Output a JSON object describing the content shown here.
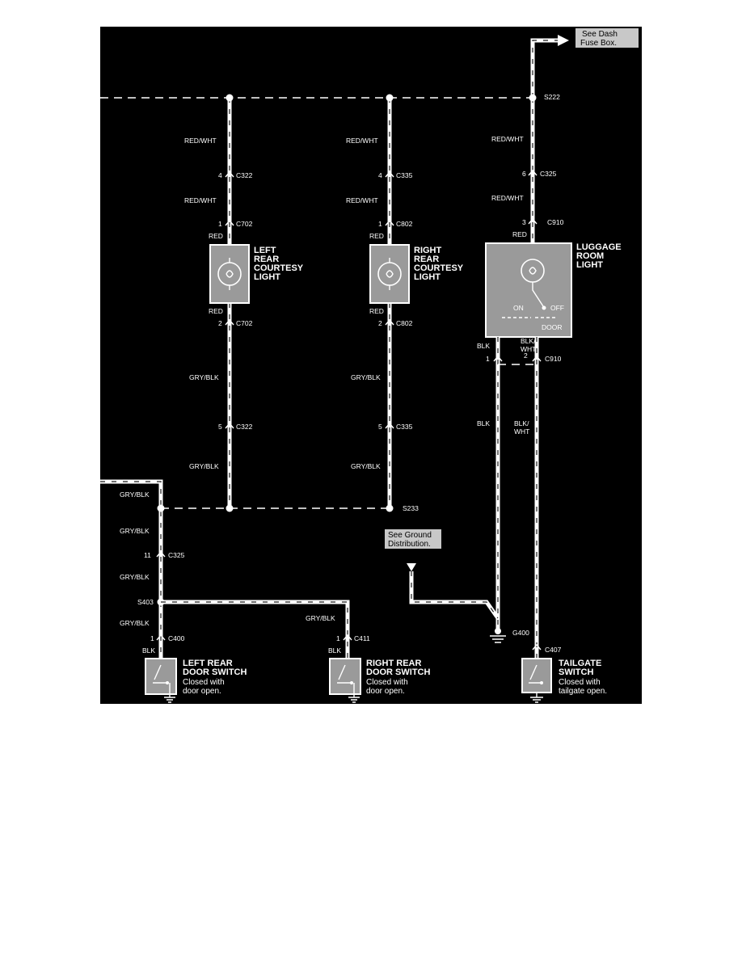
{
  "notes": {
    "see_dash_1": "See Dash",
    "see_dash_2": "Fuse Box.",
    "see_ground_1": "See Ground",
    "see_ground_2": "Distribution."
  },
  "splices": {
    "s222": "S222",
    "s233": "S233",
    "s403": "S403"
  },
  "left_courtesy": {
    "wire_top": "RED/WHT",
    "pin_c322_top": "4",
    "c322": "C322",
    "wire_mid": "RED/WHT",
    "pin_c702_top": "1",
    "c702": "C702",
    "wire_red_top": "RED",
    "title_1": "LEFT",
    "title_2": "REAR",
    "title_3": "COURTESY",
    "title_4": "LIGHT",
    "wire_red_bot": "RED",
    "pin_c702_bot": "2",
    "wire_gry1": "GRY/BLK",
    "pin_c322_bot": "5",
    "wire_gry2": "GRY/BLK"
  },
  "right_courtesy": {
    "wire_top": "RED/WHT",
    "pin_c335_top": "4",
    "c335": "C335",
    "wire_mid": "RED/WHT",
    "pin_c802_top": "1",
    "c802": "C802",
    "wire_red_top": "RED",
    "title_1": "RIGHT",
    "title_2": "REAR",
    "title_3": "COURTESY",
    "title_4": "LIGHT",
    "wire_red_bot": "RED",
    "pin_c802_bot": "2",
    "wire_gry1": "GRY/BLK",
    "pin_c335_bot": "5",
    "wire_gry2": "GRY/BLK"
  },
  "luggage": {
    "wire_top": "RED/WHT",
    "pin_c325": "6",
    "c325": "C325",
    "wire_mid": "RED/WHT",
    "pin_c910_top": "3",
    "c910_top": "C910",
    "wire_red": "RED",
    "title_1": "LUGGAGE",
    "title_2": "ROOM",
    "title_3": "LIGHT",
    "sw_on": "ON",
    "sw_off": "OFF",
    "sw_door": "DOOR",
    "wire_blk": "BLK",
    "wire_blkwht_1": "BLK/",
    "wire_blkwht_2": "WHT",
    "pin_1": "1",
    "pin_2": "2",
    "c910": "C910",
    "wire_blk2": "BLK",
    "wire_blkwht2_1": "BLK/",
    "wire_blkwht2_2": "WHT",
    "g400": "G400"
  },
  "left_branch": {
    "wire_1": "GRY/BLK",
    "wire_2": "GRY/BLK",
    "pin_11": "11",
    "c325": "C325",
    "wire_3": "GRY/BLK",
    "wire_4": "GRY/BLK",
    "pin_c400": "1",
    "c400": "C400",
    "wire_blk": "BLK",
    "sw_title_1": "LEFT REAR",
    "sw_title_2": "DOOR SWITCH",
    "sw_desc_1": "Closed with",
    "sw_desc_2": "door open."
  },
  "right_branch": {
    "wire_1": "GRY/BLK",
    "pin_c411": "1",
    "c411": "C411",
    "wire_blk": "BLK",
    "sw_title_1": "RIGHT REAR",
    "sw_title_2": "DOOR SWITCH",
    "sw_desc_1": "Closed with",
    "sw_desc_2": "door open."
  },
  "tailgate": {
    "c407": "C407",
    "title_1": "TAILGATE",
    "title_2": "SWITCH",
    "desc_1": "Closed with",
    "desc_2": "tailgate open."
  }
}
